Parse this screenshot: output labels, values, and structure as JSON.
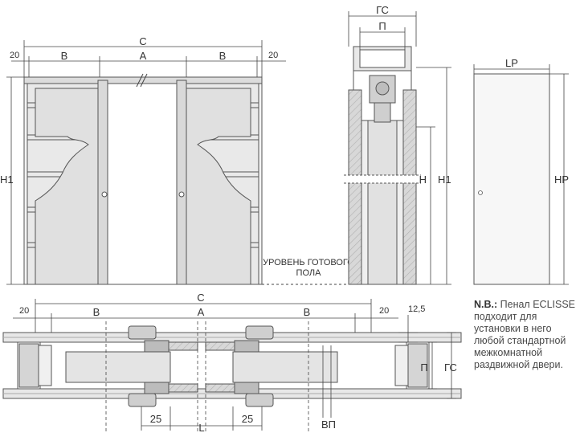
{
  "labels": {
    "c": "С",
    "a": "А",
    "b": "В",
    "d20": "20",
    "h1": "Н1",
    "h": "Н",
    "gs": "ГС",
    "p": "П",
    "lp": "LP",
    "hp": "HP",
    "d12_5": "12,5",
    "d25": "25",
    "l": "L",
    "vp": "ВП",
    "floor_line1": "УРОВЕНЬ ГОТОВОГО",
    "floor_line2": "ПОЛА"
  },
  "note": {
    "lead": "N.B.:",
    "text": " Пенал ECLISSE подходит для установки в него любой стандартной межкомнатной раздвижной двери."
  },
  "colors": {
    "line": "#555555",
    "fill_panel": "#e3e3e3",
    "fill_hatch": "#cfcfcf",
    "dash": "#444444"
  }
}
